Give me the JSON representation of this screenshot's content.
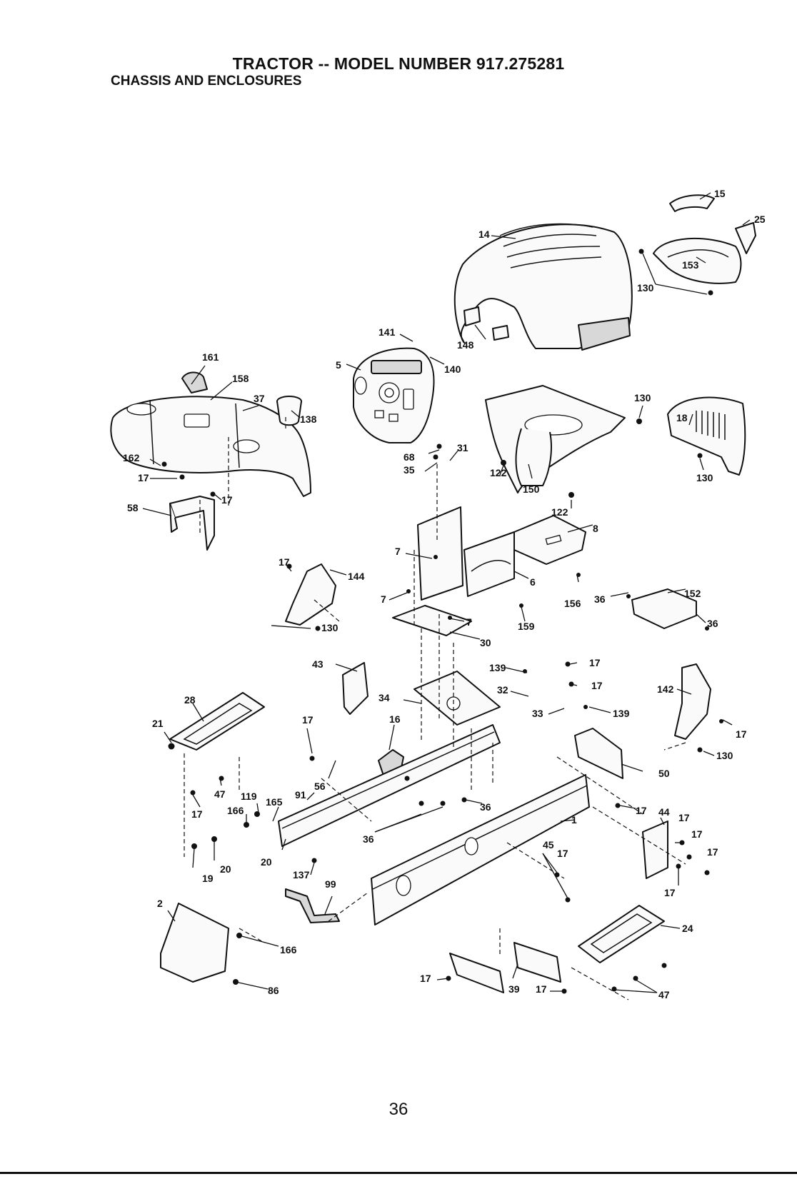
{
  "header": {
    "title": "TRACTOR -- MODEL NUMBER 917.275281",
    "subtitle": "CHASSIS AND ENCLOSURES"
  },
  "footer": {
    "page_number": "36"
  },
  "callouts": [
    {
      "id": "c15",
      "text": "15"
    },
    {
      "id": "c25",
      "text": "25"
    },
    {
      "id": "c14",
      "text": "14"
    },
    {
      "id": "c153",
      "text": "153"
    },
    {
      "id": "c130a",
      "text": "130"
    },
    {
      "id": "c148",
      "text": "148"
    },
    {
      "id": "c141",
      "text": "141"
    },
    {
      "id": "c140",
      "text": "140"
    },
    {
      "id": "c5",
      "text": "5"
    },
    {
      "id": "c161",
      "text": "161"
    },
    {
      "id": "c158",
      "text": "158"
    },
    {
      "id": "c37",
      "text": "37"
    },
    {
      "id": "c138",
      "text": "138"
    },
    {
      "id": "c162",
      "text": "162"
    },
    {
      "id": "c17a",
      "text": "17"
    },
    {
      "id": "c17b",
      "text": "17"
    },
    {
      "id": "c58",
      "text": "58"
    },
    {
      "id": "c68",
      "text": "68"
    },
    {
      "id": "c31",
      "text": "31"
    },
    {
      "id": "c35",
      "text": "35"
    },
    {
      "id": "c122a",
      "text": "122"
    },
    {
      "id": "c150",
      "text": "150"
    },
    {
      "id": "c122b",
      "text": "122"
    },
    {
      "id": "c130b",
      "text": "130"
    },
    {
      "id": "c18",
      "text": "18"
    },
    {
      "id": "c130c",
      "text": "130"
    },
    {
      "id": "c8",
      "text": "8"
    },
    {
      "id": "c7a",
      "text": "7"
    },
    {
      "id": "c6",
      "text": "6"
    },
    {
      "id": "c7b",
      "text": "7"
    },
    {
      "id": "c7c",
      "text": "7"
    },
    {
      "id": "c159",
      "text": "159"
    },
    {
      "id": "c30",
      "text": "30"
    },
    {
      "id": "c156",
      "text": "156"
    },
    {
      "id": "c36a",
      "text": "36"
    },
    {
      "id": "c152",
      "text": "152"
    },
    {
      "id": "c36b",
      "text": "36"
    },
    {
      "id": "c17c",
      "text": "17"
    },
    {
      "id": "c144",
      "text": "144"
    },
    {
      "id": "c130d",
      "text": "130"
    },
    {
      "id": "c43",
      "text": "43"
    },
    {
      "id": "c139a",
      "text": "139"
    },
    {
      "id": "c17d",
      "text": "17"
    },
    {
      "id": "c32",
      "text": "32"
    },
    {
      "id": "c17e",
      "text": "17"
    },
    {
      "id": "c33",
      "text": "33"
    },
    {
      "id": "c139b",
      "text": "139"
    },
    {
      "id": "c142",
      "text": "142"
    },
    {
      "id": "c17f",
      "text": "17"
    },
    {
      "id": "c130e",
      "text": "130"
    },
    {
      "id": "c28",
      "text": "28"
    },
    {
      "id": "c21",
      "text": "21"
    },
    {
      "id": "c34",
      "text": "34"
    },
    {
      "id": "c16",
      "text": "16"
    },
    {
      "id": "c17g",
      "text": "17"
    },
    {
      "id": "c56",
      "text": "56"
    },
    {
      "id": "c50",
      "text": "50"
    },
    {
      "id": "c47a",
      "text": "47"
    },
    {
      "id": "c17h",
      "text": "17"
    },
    {
      "id": "c119",
      "text": "119"
    },
    {
      "id": "c165",
      "text": "165"
    },
    {
      "id": "c166a",
      "text": "166"
    },
    {
      "id": "c91",
      "text": "91"
    },
    {
      "id": "c36c",
      "text": "36"
    },
    {
      "id": "c17i",
      "text": "17"
    },
    {
      "id": "c44",
      "text": "44"
    },
    {
      "id": "c17j",
      "text": "17"
    },
    {
      "id": "c1",
      "text": "1"
    },
    {
      "id": "c36d",
      "text": "36"
    },
    {
      "id": "c17k",
      "text": "17"
    },
    {
      "id": "c17l",
      "text": "17"
    },
    {
      "id": "c45",
      "text": "45"
    },
    {
      "id": "c17m",
      "text": "17"
    },
    {
      "id": "c20a",
      "text": "20"
    },
    {
      "id": "c20b",
      "text": "20"
    },
    {
      "id": "c19",
      "text": "19"
    },
    {
      "id": "c137",
      "text": "137"
    },
    {
      "id": "c99",
      "text": "99"
    },
    {
      "id": "c17n",
      "text": "17"
    },
    {
      "id": "c2",
      "text": "2"
    },
    {
      "id": "c24",
      "text": "24"
    },
    {
      "id": "c166b",
      "text": "166"
    },
    {
      "id": "c86",
      "text": "86"
    },
    {
      "id": "c17o",
      "text": "17"
    },
    {
      "id": "c39",
      "text": "39"
    },
    {
      "id": "c17p",
      "text": "17"
    },
    {
      "id": "c47b",
      "text": "47"
    }
  ]
}
